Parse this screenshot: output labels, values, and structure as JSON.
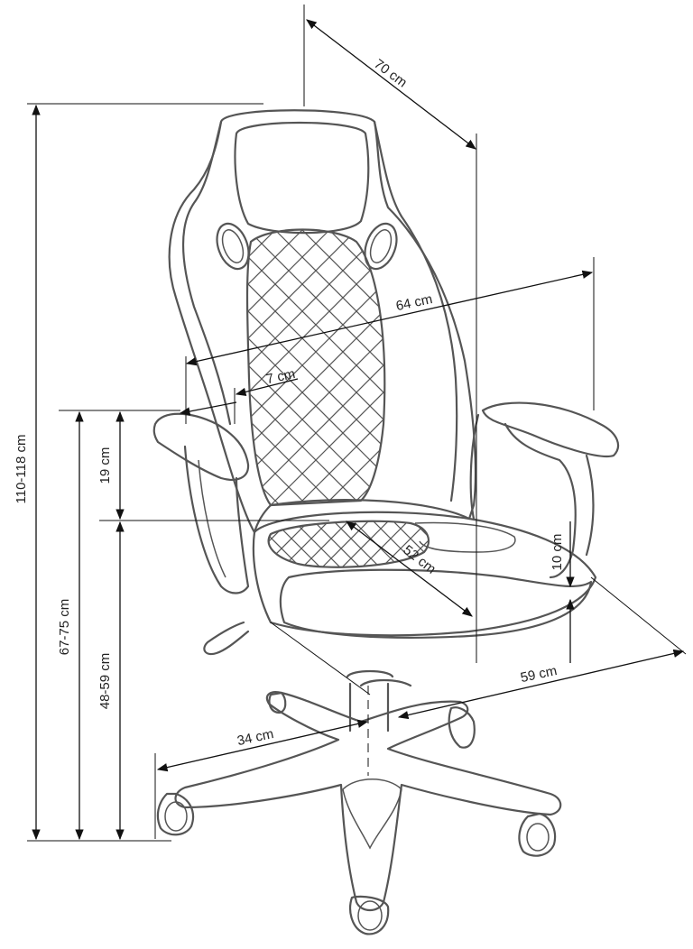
{
  "dimensions": {
    "depth_top": "70 cm",
    "width": "64 cm",
    "armrest_width": "7 cm",
    "total_height": "110-118 cm",
    "armrest_height": "67-75 cm",
    "seat_height": "48-59 cm",
    "armrest_above_seat": "19 cm",
    "seat_depth": "52 cm",
    "seat_thickness": "10 cm",
    "base_diameter": "59 cm",
    "base_radius": "34 cm"
  },
  "colors": {
    "outline": "#555555",
    "dimension_lines": "#111111",
    "text": "#222222",
    "background": "#ffffff"
  }
}
